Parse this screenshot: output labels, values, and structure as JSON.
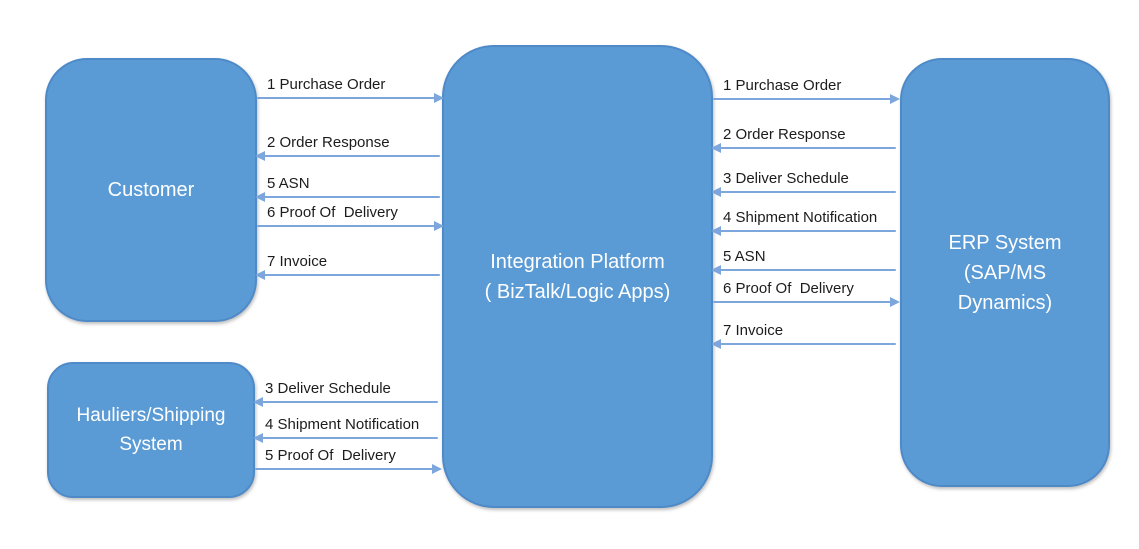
{
  "diagram": {
    "background_color": "#ffffff",
    "node_fill_color": "#5B9BD5",
    "node_border_color": "#4E8AC8",
    "node_text_color": "#ffffff",
    "arrow_color": "#7CA6DC",
    "label_text_color": "#1c1c1c"
  },
  "nodes": {
    "customer": {
      "label": "Customer"
    },
    "hauliers": {
      "lines": [
        "Hauliers/Shipping",
        "System"
      ]
    },
    "integration": {
      "lines": [
        "Integration Platform",
        "( BizTalk/Logic Apps)"
      ]
    },
    "erp": {
      "lines": [
        "ERP System",
        "(SAP/MS",
        "Dynamics)"
      ]
    }
  },
  "connections": {
    "customer_integration": [
      {
        "label": "1 Purchase Order",
        "direction": "right"
      },
      {
        "label": "2 Order Response",
        "direction": "left"
      },
      {
        "label": "5 ASN",
        "direction": "left"
      },
      {
        "label": "6 Proof Of  Delivery",
        "direction": "right"
      },
      {
        "label": "7 Invoice",
        "direction": "left"
      }
    ],
    "integration_erp": [
      {
        "label": "1 Purchase Order",
        "direction": "right"
      },
      {
        "label": "2 Order Response",
        "direction": "left"
      },
      {
        "label": "3 Deliver Schedule",
        "direction": "left"
      },
      {
        "label": "4 Shipment Notification",
        "direction": "left"
      },
      {
        "label": "5 ASN",
        "direction": "left"
      },
      {
        "label": "6 Proof Of  Delivery",
        "direction": "right"
      },
      {
        "label": "7 Invoice",
        "direction": "left"
      }
    ],
    "integration_hauliers": [
      {
        "label": "3 Deliver Schedule",
        "direction": "left"
      },
      {
        "label": "4 Shipment Notification",
        "direction": "left"
      },
      {
        "label": "5 Proof Of  Delivery",
        "direction": "right"
      }
    ]
  }
}
